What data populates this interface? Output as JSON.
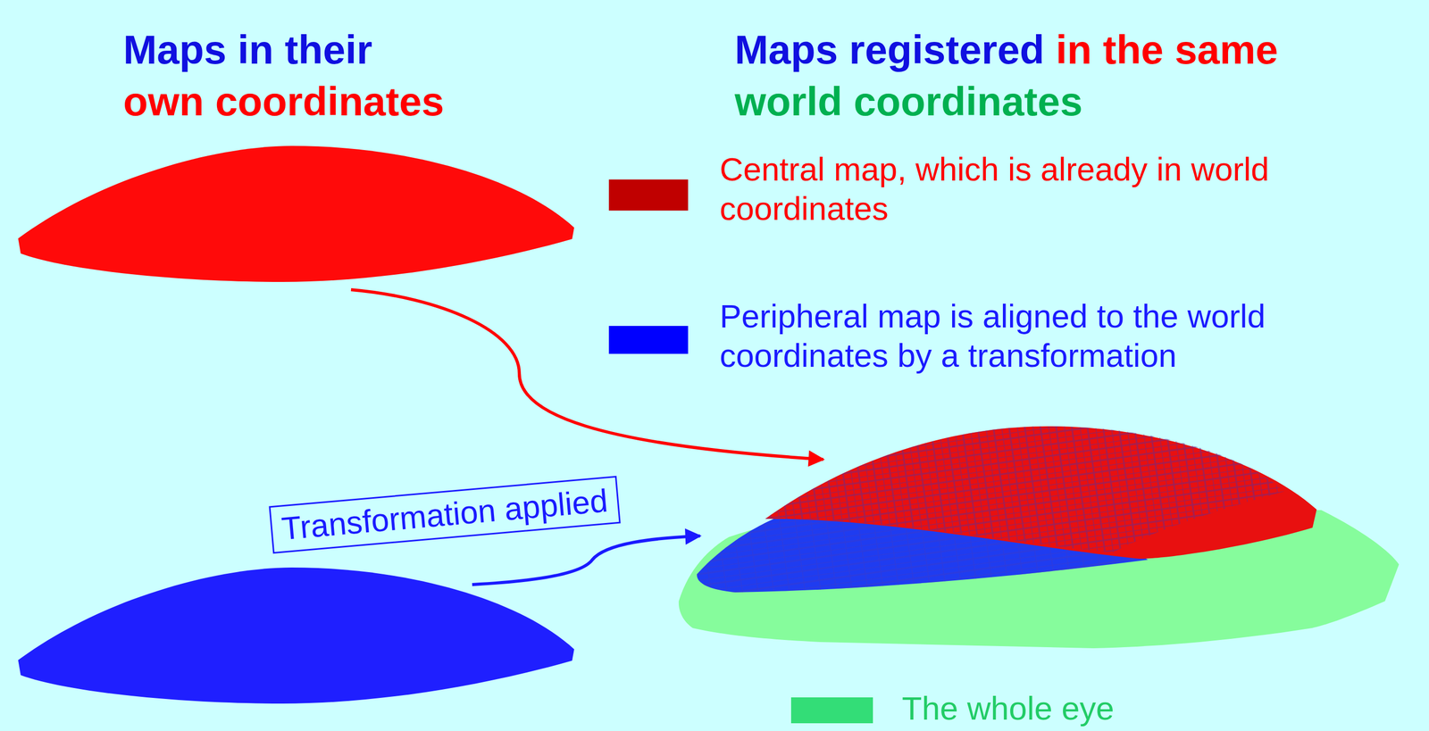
{
  "diagram": {
    "nodes": [
      {
        "text": [
          "Transformation applied"
        ]
      }
    ],
    "labels": [
      "Maps in their",
      "own coordinates",
      "Maps registered",
      "in the same",
      "world coordinates"
    ],
    "legend": [
      {
        "text": "Central map, which is already in world coordinates",
        "color": "#c00000"
      },
      {
        "text": "Peripheral map is aligned to the world coordinates by a transformation",
        "color": "#0000ff"
      },
      {
        "text": "The whole eye",
        "color": "#33dd77"
      }
    ]
  }
}
